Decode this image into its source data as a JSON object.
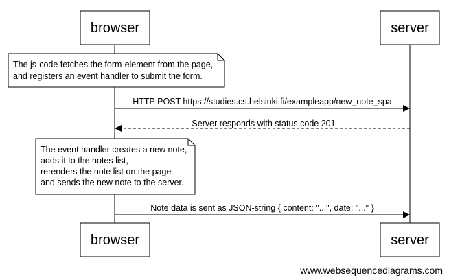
{
  "actors": {
    "browser": "browser",
    "server": "server"
  },
  "notes": [
    {
      "lines": [
        "The js-code fetches the form-element from the page,",
        "and registers an event handler to submit the form."
      ]
    },
    {
      "lines": [
        "The event handler creates a new note,",
        "adds it to the notes list,",
        "rerenders the note list on the page",
        "and sends the new note to the server."
      ]
    }
  ],
  "messages": [
    {
      "label": "HTTP POST https://studies.cs.helsinki.fi/exampleapp/new_note_spa",
      "style": "solid"
    },
    {
      "label": "Server responds with status code 201",
      "style": "dashed"
    },
    {
      "label": "Note data is sent as JSON-string { content: \"...\", date: \"...\" }",
      "style": "solid"
    }
  ],
  "watermark": "www.websequencediagrams.com"
}
